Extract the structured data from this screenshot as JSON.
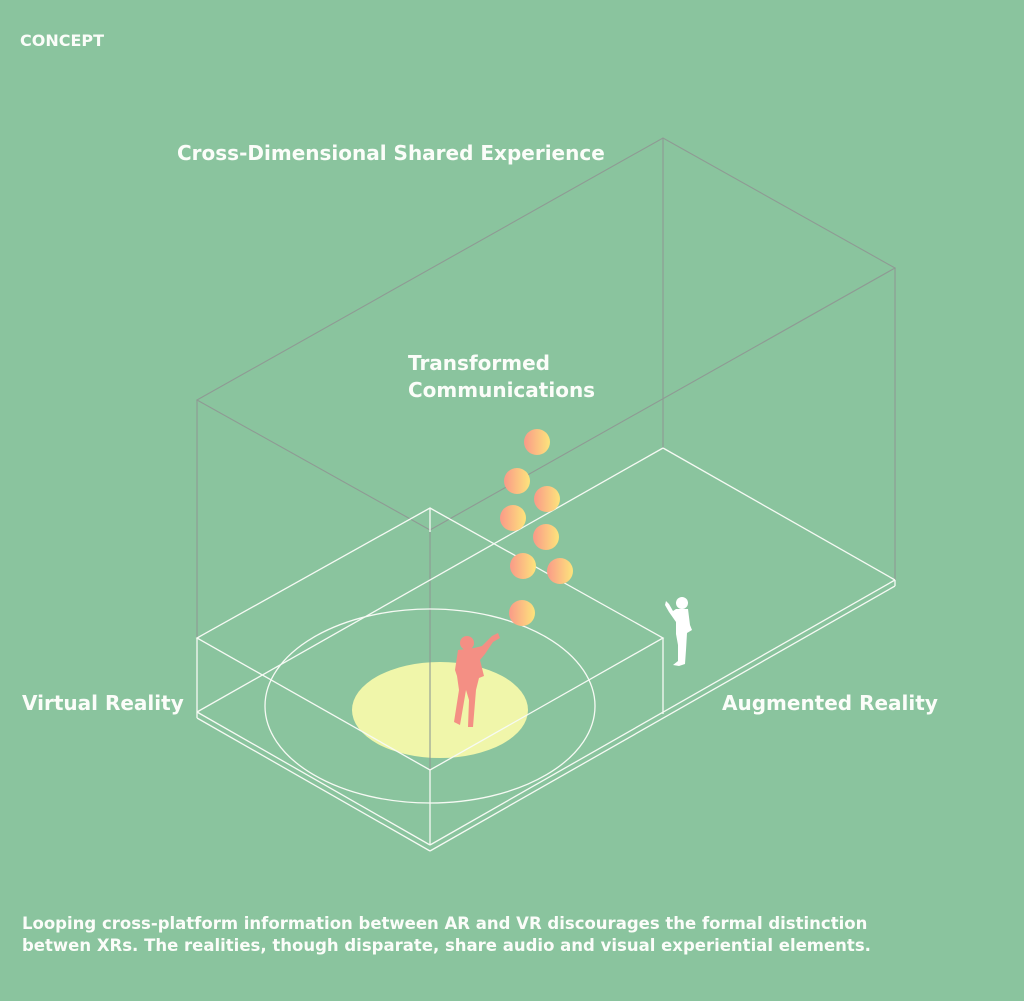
{
  "section_label": "CONCEPT",
  "labels": {
    "shared_experience": "Cross-Dimensional Shared Experience",
    "transformed_line1": "Transformed",
    "transformed_line2": "Communications",
    "virtual_reality": "Virtual Reality",
    "augmented_reality": "Augmented Reality"
  },
  "caption": {
    "line1": "Looping cross-platform information between AR and VR discourages the formal distinction",
    "line2": "betwen XRs. The realities, though disparate, share audio and visual experiential elements."
  },
  "colors": {
    "background": "#8ac49e",
    "outer_box_lines": "#8f9a94",
    "floor_lines": "#ffffff",
    "spotlight": "#f0f6aa",
    "vr_person": "#f48f84",
    "ar_person": "#ffffff",
    "sphere_start": "#fa9a88",
    "sphere_end": "#fde47c"
  }
}
